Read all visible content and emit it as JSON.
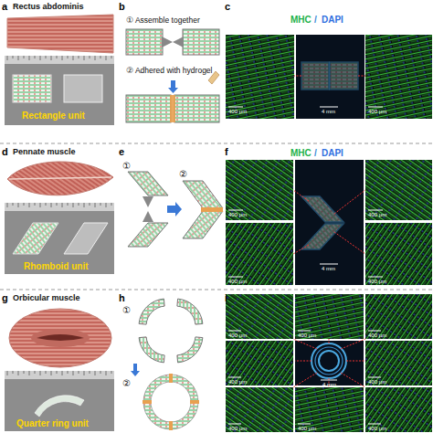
{
  "diagram": {
    "labels": [
      "a",
      "Rectus abdominis",
      "Rectangle unit",
      "b",
      "① Assemble together",
      "② Adhered with hydrogel",
      "c",
      "MHC",
      "/",
      "DAPI",
      "400 μm",
      "4 mm",
      "400 μm",
      "d",
      "Pennate muscle",
      "Rhomboid unit",
      "e",
      "①",
      "②",
      "f",
      "MHC",
      "/",
      "DAPI",
      "400 μm",
      "400 μm",
      "400 μm",
      "400 μm",
      "4 mm",
      "g",
      "Orbicular muscle",
      "Quarter ring unit",
      "h",
      "①",
      "②",
      "i",
      "400 μm",
      "400 μm",
      "400 μm",
      "400 μm",
      "400 μm",
      "400 μm",
      "400 μm",
      "400 μm",
      "4 mm"
    ]
  }
}
